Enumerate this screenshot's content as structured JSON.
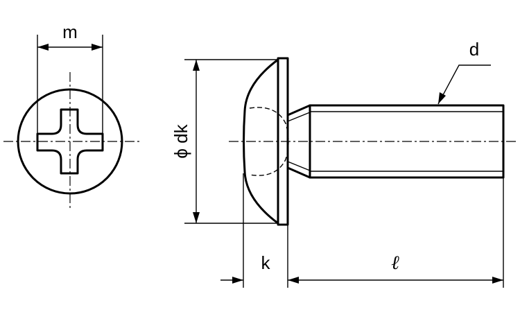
{
  "labels": {
    "m": "m",
    "dk": "ϕ dk",
    "d": "d",
    "k": "k",
    "length": "ℓ"
  }
}
